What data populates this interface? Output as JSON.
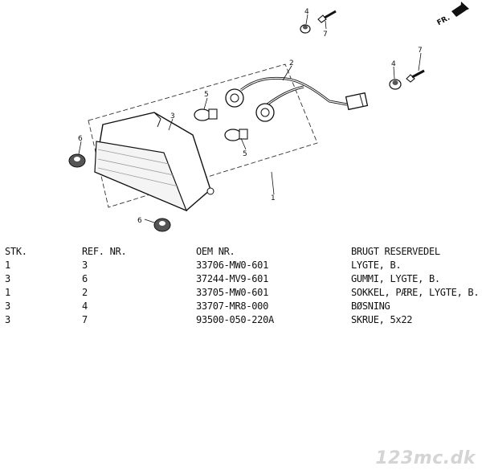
{
  "diagram": {
    "direction_label": "FR.",
    "callouts": [
      "4",
      "7",
      "2",
      "4",
      "7",
      "5",
      "3",
      "5",
      "6",
      "1",
      "6"
    ]
  },
  "table": {
    "headers": [
      "STK.",
      "REF. NR.",
      "OEM NR.",
      "BRUGT RESERVEDEL"
    ],
    "rows": [
      [
        "1",
        "3",
        "33706-MW0-601",
        "LYGTE, B."
      ],
      [
        "3",
        "6",
        "37244-MV9-601",
        "GUMMI, LYGTE, B."
      ],
      [
        "1",
        "2",
        "33705-MW0-601",
        "SOKKEL, PÆRE, LYGTE, B."
      ],
      [
        "3",
        "4",
        "33707-MR8-000",
        "BØSNING"
      ],
      [
        "3",
        "7",
        "93500-050-220A",
        "SKRUE, 5x22"
      ]
    ]
  },
  "footer": {
    "logo_text": "123mc.dk"
  }
}
